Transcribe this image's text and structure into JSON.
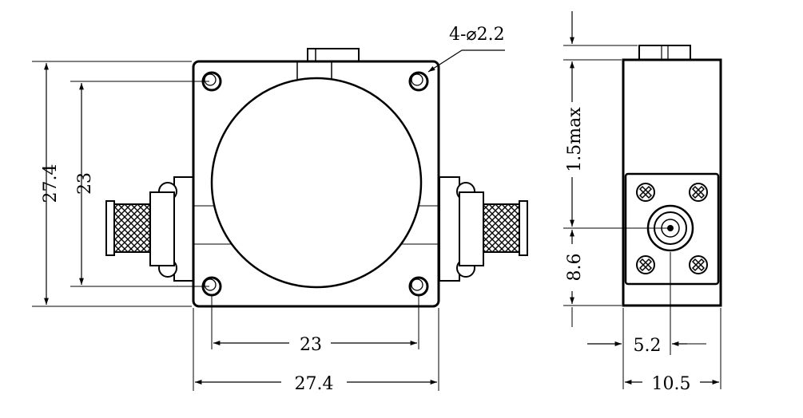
{
  "drawing": {
    "hole_callout": "4-⌀2.2",
    "front_view": {
      "width_overall": "27.4",
      "width_holes": "23",
      "height_overall": "27.4",
      "height_holes": "23"
    },
    "side_view": {
      "top_offset": "1.5max",
      "connector_height": "8.6",
      "connector_offset": "5.2",
      "depth": "10.5"
    }
  }
}
